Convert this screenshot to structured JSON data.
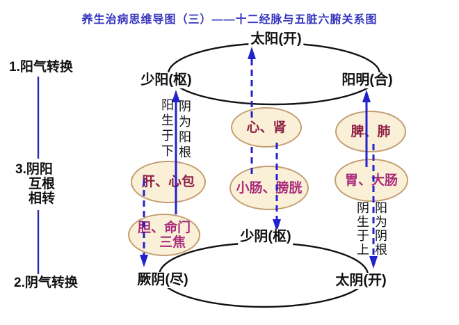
{
  "title": "养生治病思维导图（三）——十二经脉与五脏六腑关系图",
  "sidebar": {
    "item1": "1.阳气转换",
    "item3": {
      "line1": "3.阴阳",
      "line2": "互根",
      "line3": "相转"
    },
    "item2": "2.阴气转换"
  },
  "top_cycle": {
    "top": "太阳(开)",
    "left": "少阳(枢)",
    "right": "阳明(合)"
  },
  "bottom_cycle": {
    "top": "少阴(枢)",
    "left": "厥阴(尽)",
    "right": "太阴(开)"
  },
  "organs": {
    "liver_pericardium": "肝、心包",
    "gallbladder_mingmen": {
      "line1": "胆、命门",
      "line2": "三焦"
    },
    "heart_kidney": "心、肾",
    "small_intestine_bladder": "小肠、膀胱",
    "spleen_lung": "脾、肺",
    "stomach_large_intestine": "胃、大肠"
  },
  "notes": {
    "left_outer": "阳生于下",
    "left_inner": "阴为阳根",
    "right_outer": "阴生于上",
    "right_inner": "阳为阴根"
  },
  "colors": {
    "title_blue": "#3535bd",
    "arrow_blue": "#2222cc",
    "sidebar_line_blue": "#2a2ab0",
    "zang_text": "#8e2145",
    "fu_text": "#a82a78",
    "node_fill": "#faf0d8",
    "node_border": "#c49d72",
    "cycle_outline": "#111111"
  }
}
